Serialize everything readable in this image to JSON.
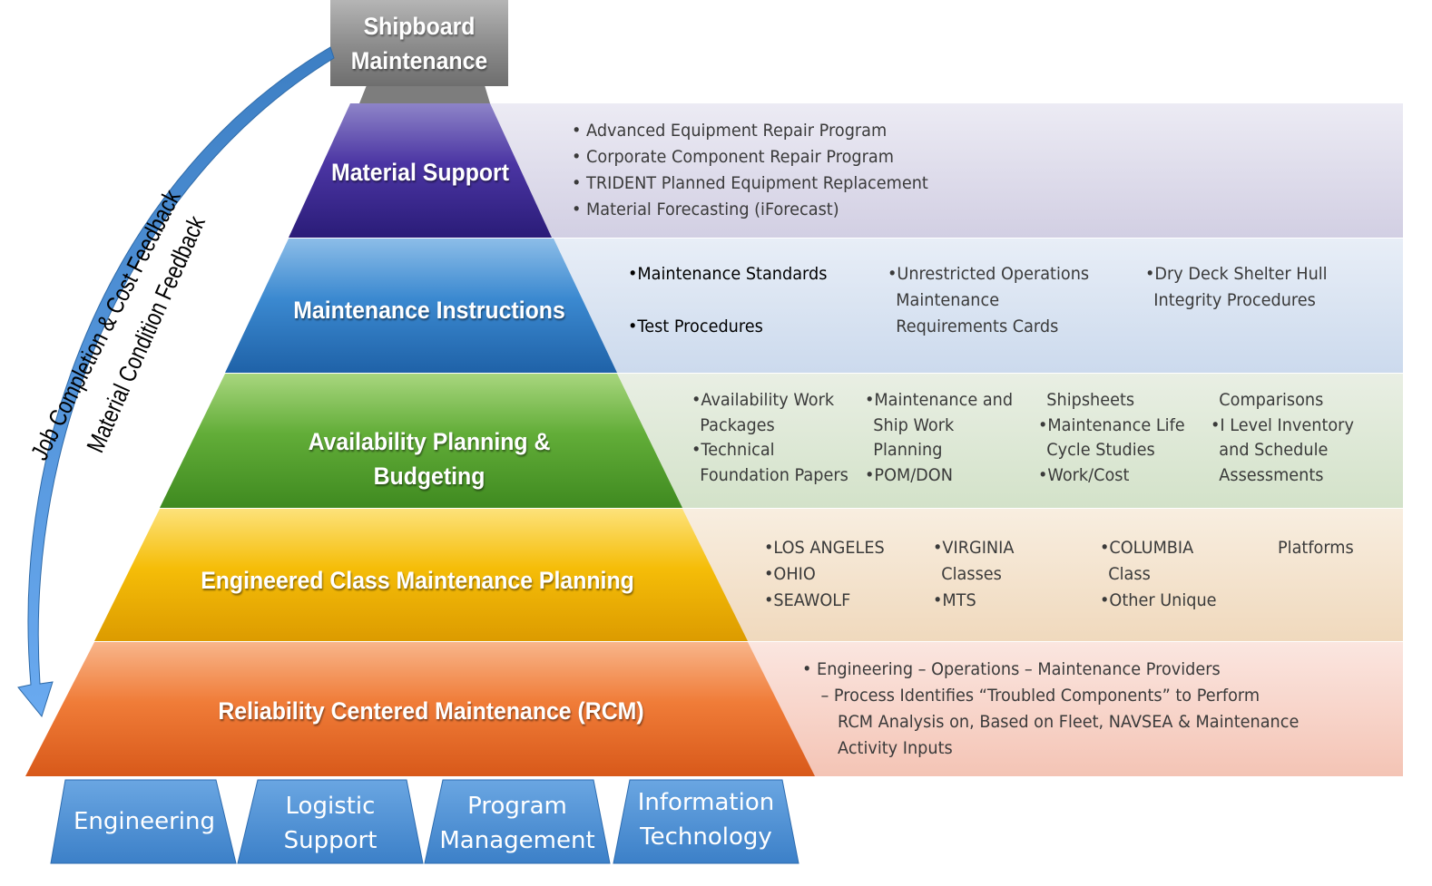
{
  "colors": {
    "top_box": "#8c8c8c",
    "material_support": "#3d2a91",
    "maintenance_instructions": "#2f7fc9",
    "availability_planning": "#5aa533",
    "engineered_class": "#f1b400",
    "rcm": "#ee7733",
    "base": "#4f92d6",
    "arrow": "#4a8fd6"
  },
  "top": {
    "line1": "Shipboard",
    "line2": "Maintenance"
  },
  "feedback": {
    "job": "Job Completion & Cost Feedback",
    "material": "Material Condition Feedback"
  },
  "levels": {
    "material_support": {
      "title": "Material Support",
      "items": [
        "• Advanced Equipment Repair Program",
        "• Corporate Component Repair Program",
        "• TRIDENT Planned Equipment Replacement",
        "• Material Forecasting (iForecast)"
      ]
    },
    "maintenance_instructions": {
      "title": "Maintenance Instructions",
      "c1": [
        "•Maintenance Standards",
        "•Test Procedures"
      ],
      "c2": [
        "•Unrestricted Operations",
        "Maintenance",
        "Requirements Cards"
      ],
      "c3": [
        "•Dry Deck Shelter Hull",
        "Integrity Procedures"
      ]
    },
    "availability_planning": {
      "title1": "Availability Planning &",
      "title2": "Budgeting",
      "c1": [
        "•Availability Work",
        "Packages",
        "•Technical",
        "Foundation Papers"
      ],
      "c2": [
        "•Maintenance and",
        "Ship Work",
        "Planning",
        "•POM/DON"
      ],
      "c3": [
        "Shipsheets",
        "•Maintenance Life",
        "Cycle Studies",
        "•Work/Cost"
      ],
      "c4": [
        "Comparisons",
        "•I Level Inventory",
        "and Schedule",
        "Assessments"
      ]
    },
    "engineered_class": {
      "title": "Engineered Class Maintenance Planning",
      "c1": [
        "•LOS ANGELES",
        "•OHIO",
        "•SEAWOLF"
      ],
      "c2": [
        "•VIRGINIA",
        "Classes",
        "•MTS"
      ],
      "c3": [
        "•COLUMBIA",
        "Class",
        "•Other Unique"
      ],
      "c4": [
        "Platforms"
      ]
    },
    "rcm": {
      "title": "Reliability Centered Maintenance (RCM)",
      "items": [
        "• Engineering – Operations – Maintenance Providers",
        "– Process Identifies “Troubled Components” to Perform",
        "RCM Analysis on, Based on Fleet, NAVSEA & Maintenance",
        "Activity Inputs"
      ]
    }
  },
  "base": {
    "engineering": "Engineering",
    "logistic1": "Logistic",
    "logistic2": "Support",
    "program1": "Program",
    "program2": "Management",
    "info1": "Information",
    "info2": "Technology"
  }
}
